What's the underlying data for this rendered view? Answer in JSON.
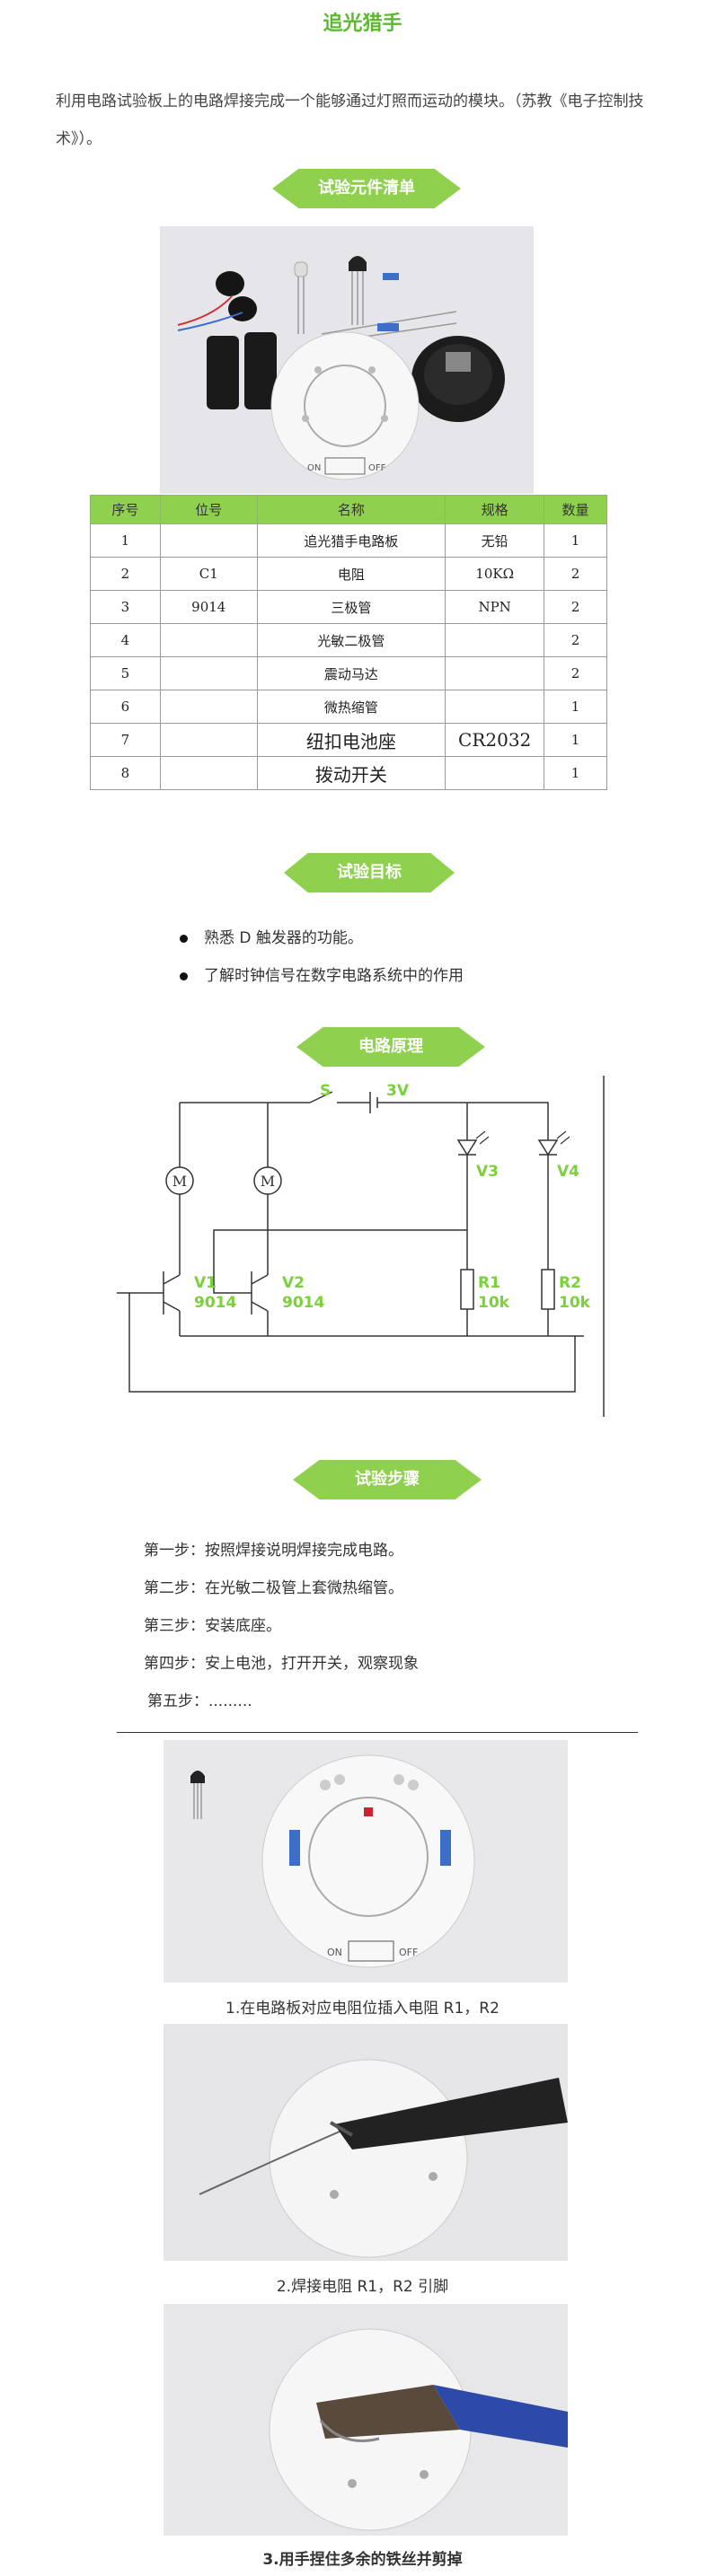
{
  "page": {
    "title": "追光猎手",
    "intro": "利用电路试验板上的电路焊接完成一个能够通过灯照而运动的模块。（苏教《电子控制技术》）。"
  },
  "sections": {
    "parts": "试验元件清单",
    "goals": "试验目标",
    "principle": "电路原理",
    "steps": "试验步骤"
  },
  "parts_table": {
    "headers": [
      "序号",
      "位号",
      "名称",
      "规格",
      "数量"
    ],
    "rows": [
      [
        "1",
        "",
        "追光猎手电路板",
        "无铅",
        "1"
      ],
      [
        "2",
        "C1",
        "电阻",
        "10KΩ",
        "2"
      ],
      [
        "3",
        "9014",
        "三极管",
        "NPN",
        "2"
      ],
      [
        "4",
        "",
        "光敏二极管",
        "",
        "2"
      ],
      [
        "5",
        "",
        "震动马达",
        "",
        "2"
      ],
      [
        "6",
        "",
        "微热缩管",
        "",
        "1"
      ],
      [
        "7",
        "",
        "纽扣电池座",
        "CR2032",
        "1"
      ],
      [
        "8",
        "",
        "拨动开关",
        "",
        "1"
      ]
    ]
  },
  "goals": [
    "熟悉 D 触发器的功能。",
    "了解时钟信号在数字电路系统中的作用"
  ],
  "circuit": {
    "switch_label": "S",
    "voltage_label": "3V",
    "motor_label": "M",
    "transistor_1": "V1",
    "transistor_2": "V2",
    "transistor_type": "9014",
    "led_1": "V3",
    "led_2": "V4",
    "resistor_1": "R1",
    "resistor_2": "R2",
    "resistor_value": "10k"
  },
  "steps": [
    "第一步：按照焊接说明焊接完成电路。",
    "第二步：在光敏二极管上套微热缩管。",
    "第三步：安装底座。",
    "第四步：安上电池，打开开关，观察现象",
    "第五步：........."
  ],
  "photos": {
    "board_on": "ON",
    "board_off": "OFF"
  },
  "captions": [
    "1.在电路板对应电阻位插入电阻 R1，R2",
    "2.焊接电阻 R1，R2 引脚",
    "3.用手捏住多余的铁丝并剪掉"
  ],
  "colors": {
    "accent_green": "#8fd14f",
    "title_green": "#5cb82e",
    "circuit_label_green": "#7ad13a"
  }
}
